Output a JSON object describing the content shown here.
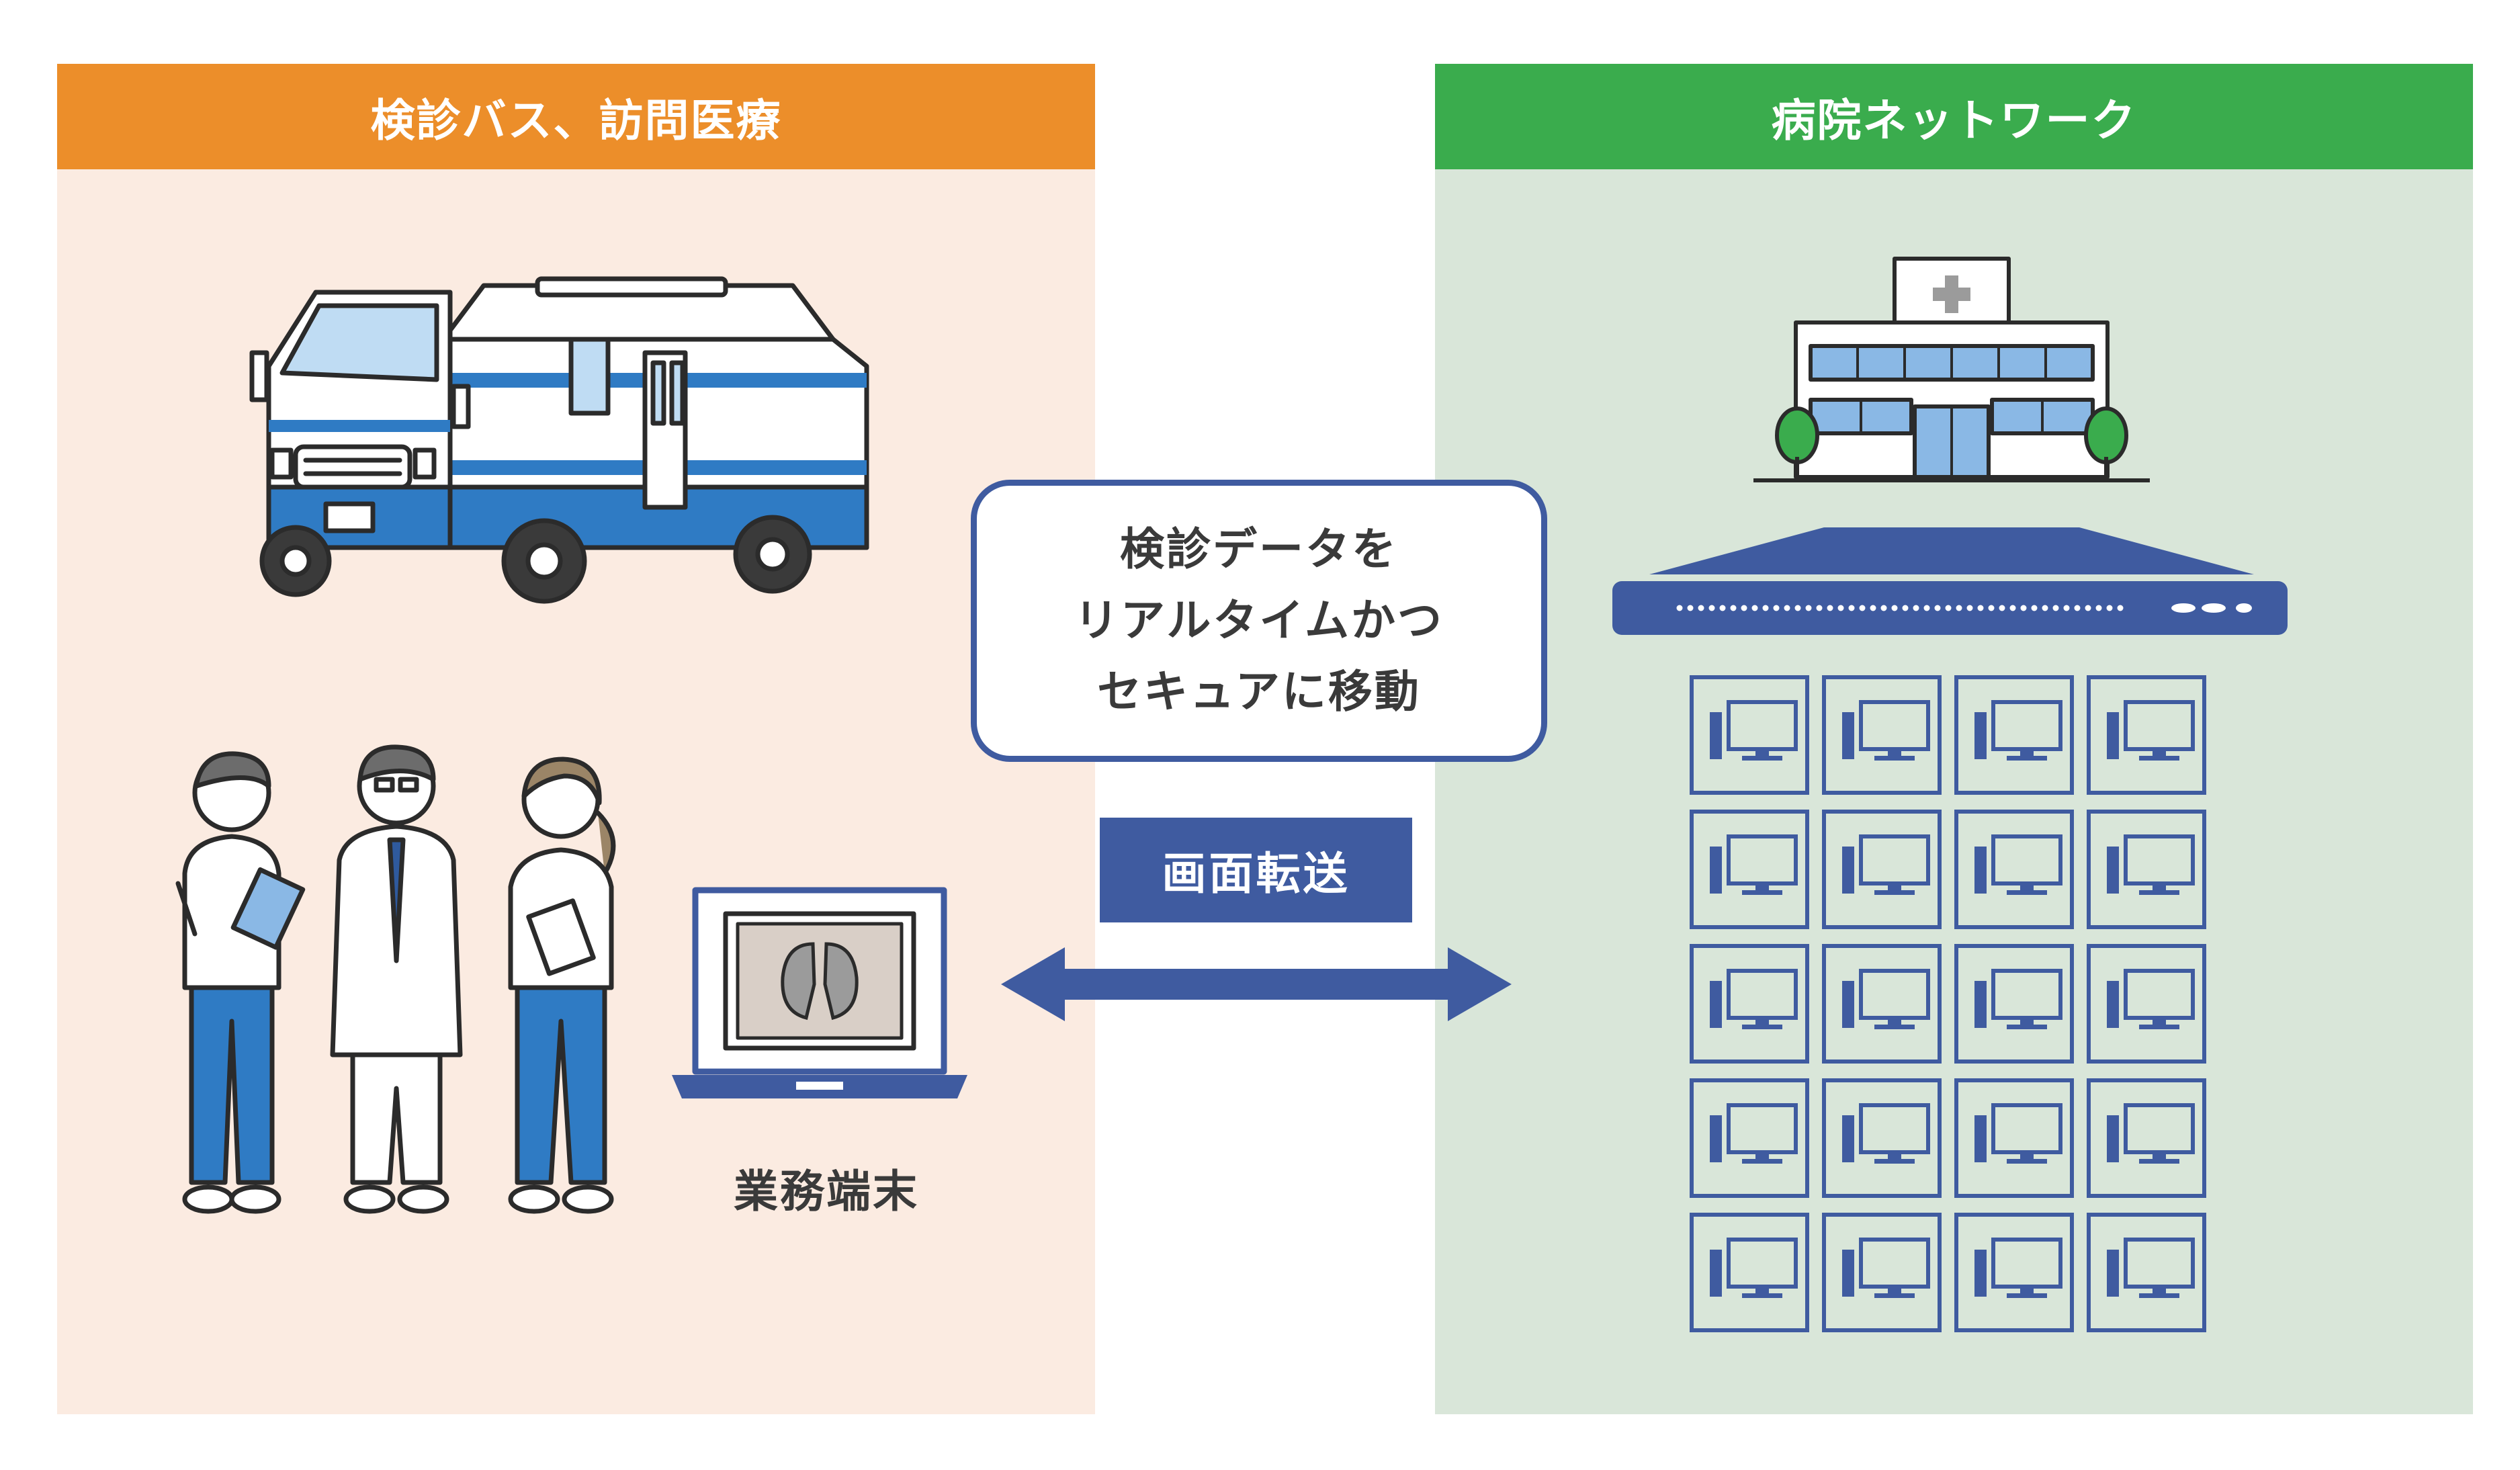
{
  "left_panel": {
    "title": "検診バス、訪問医療"
  },
  "right_panel": {
    "title": "病院ネットワーク"
  },
  "callout": {
    "lines": [
      "検診データを",
      "リアルタイムかつ",
      "セキュアに移動"
    ]
  },
  "transfer_label": "画面転送",
  "terminal_label": "業務端末",
  "colors": {
    "orange_header": "#ec8e2a",
    "green_header": "#3aac4d",
    "navy": "#3f5ba0",
    "left_bg": "#fbebe1",
    "right_bg": "#d9e6d9"
  },
  "icons": [
    "bus-icon",
    "staff-icon",
    "laptop-icon",
    "hospital-icon",
    "server-icon",
    "terminal-grid-icon",
    "double-arrow-icon"
  ]
}
